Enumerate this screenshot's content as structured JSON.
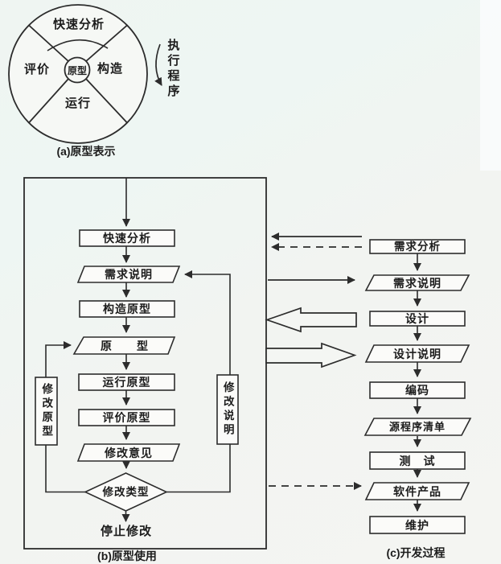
{
  "panel_a": {
    "caption": "(a)原型表示",
    "hub_label": "原型",
    "sector_top": "快速分析",
    "sector_left": "评价",
    "sector_right": "构造",
    "sector_bottom": "运行",
    "side_label": "执行程序"
  },
  "panel_b": {
    "caption": "(b)原型使用",
    "nodes": {
      "rapid_analysis": "快速分析",
      "req_spec": "需求说明",
      "build_proto": "构造原型",
      "prototype": "原　　型",
      "run_proto": "运行原型",
      "eval_proto": "评价原型",
      "mod_opinion": "修改意见",
      "mod_type": "修改类型",
      "stop": "停止修改",
      "mod_proto_side": "修改原型",
      "mod_spec_side": "修改说明"
    }
  },
  "panel_c": {
    "caption": "(c)开发过程",
    "nodes": {
      "req_analysis": "需求分析",
      "req_spec": "需求说明",
      "design": "设计",
      "design_spec": "设计说明",
      "coding": "编码",
      "source_list": "源程序清单",
      "testing": "测　试",
      "product": "软件产品",
      "maintenance": "维护"
    }
  },
  "colors": {
    "line": "#2c2c2c",
    "box_fill": "#fbfbf9",
    "text": "#1c1c1c",
    "background": "#f2f4f1"
  }
}
